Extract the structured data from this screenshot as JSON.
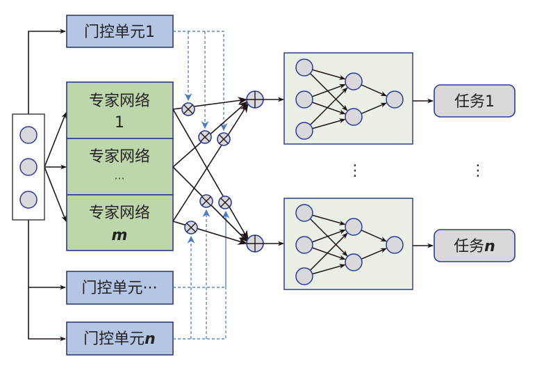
{
  "colors": {
    "gate_fill": "#b4c6e4",
    "gate_stroke": "#2d3c6e",
    "expert_fill": "#bdd7aa",
    "expert_stroke": "#2a3a8c",
    "tower_fill": "#eaf0e6",
    "tower_stroke": "#3a4a8c",
    "node_fill": "#d9d9db",
    "node_stroke": "#2b3a9a",
    "task_fill": "#d9d9db",
    "dash_color": "#5b86c4",
    "arrow_color": "#1e1414"
  },
  "gates": [
    {
      "prefix": "门控单元",
      "suffix": "1",
      "suffix_italic": false
    },
    {
      "prefix": "门控单元",
      "suffix": "···",
      "suffix_italic": false
    },
    {
      "prefix": "门控单元",
      "suffix": "n",
      "suffix_italic": true
    }
  ],
  "experts": [
    {
      "line1": "专家网络",
      "line2": "1",
      "line2_italic": false
    },
    {
      "line1": "专家网络",
      "line2": "···",
      "line2_italic": false
    },
    {
      "line1": "专家网络",
      "line2": "m",
      "line2_italic": true
    }
  ],
  "tasks": [
    {
      "prefix": "任务",
      "suffix": "1",
      "suffix_italic": false
    },
    {
      "prefix": "任务",
      "suffix": "n",
      "suffix_italic": true
    }
  ],
  "ellipsis_vertical": "⋮",
  "input_layer": {
    "node_count": 3
  },
  "tower": {
    "layers": [
      3,
      2,
      1
    ]
  }
}
